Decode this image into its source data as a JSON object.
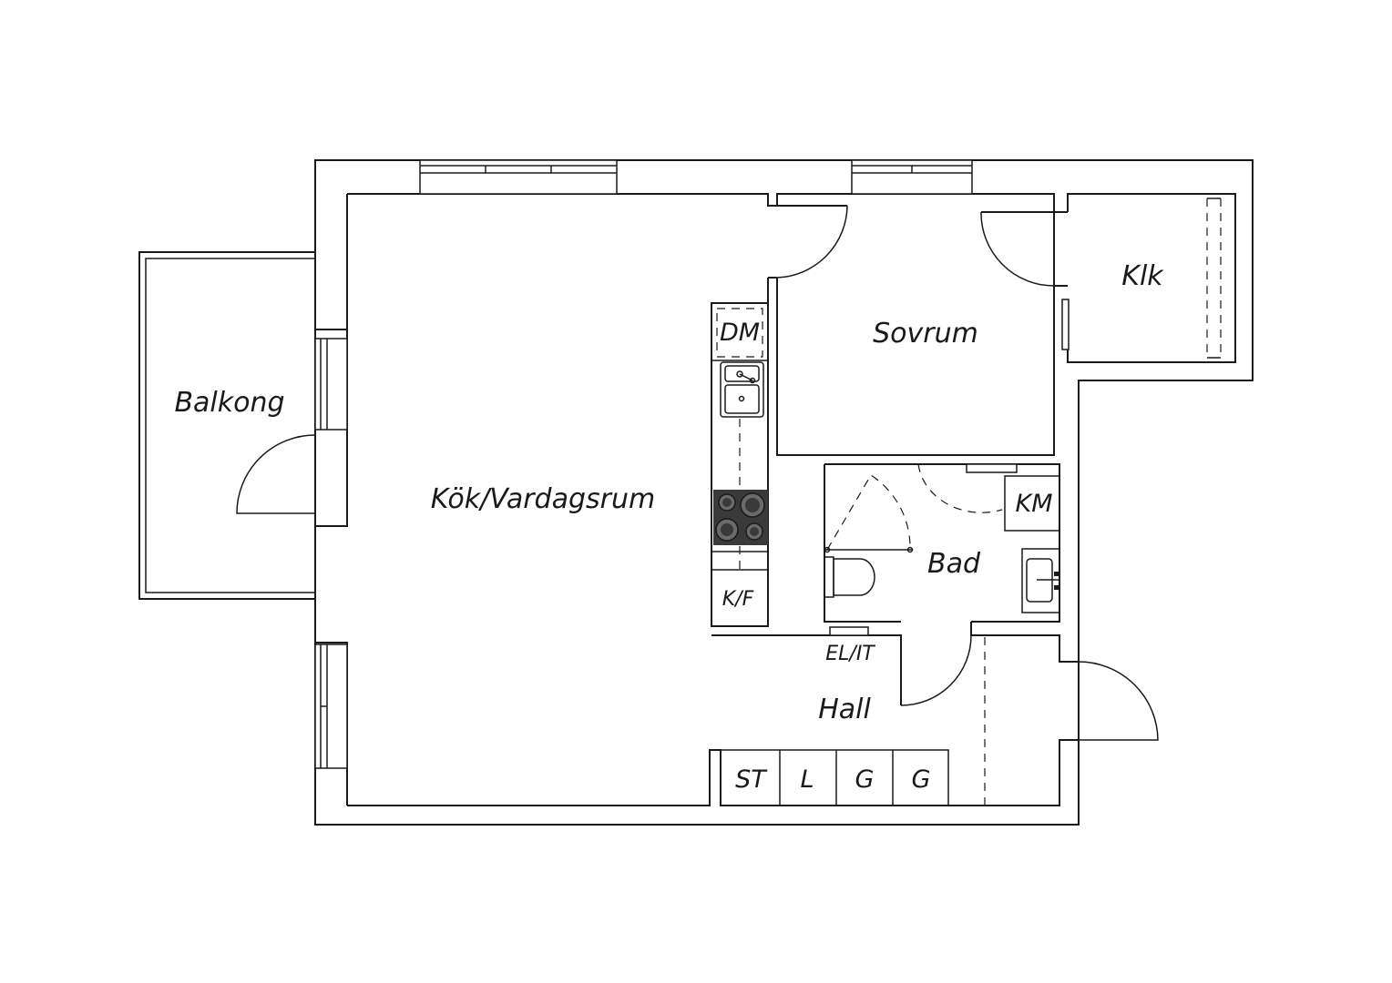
{
  "rooms": {
    "living": "Kök/Vardagsrum",
    "bedroom": "Sovrum",
    "closet": "Klk",
    "balcony": "Balkong",
    "bathroom": "Bad",
    "hall": "Hall"
  },
  "fixtures": {
    "dishwasher": "DM",
    "fridge_freezer": "K/F",
    "washer": "KM",
    "electrical": "EL/IT",
    "storage": [
      "ST",
      "L",
      "G",
      "G"
    ]
  },
  "colors": {
    "line": "#1a1a1a",
    "stove": "#3a3a3a"
  }
}
